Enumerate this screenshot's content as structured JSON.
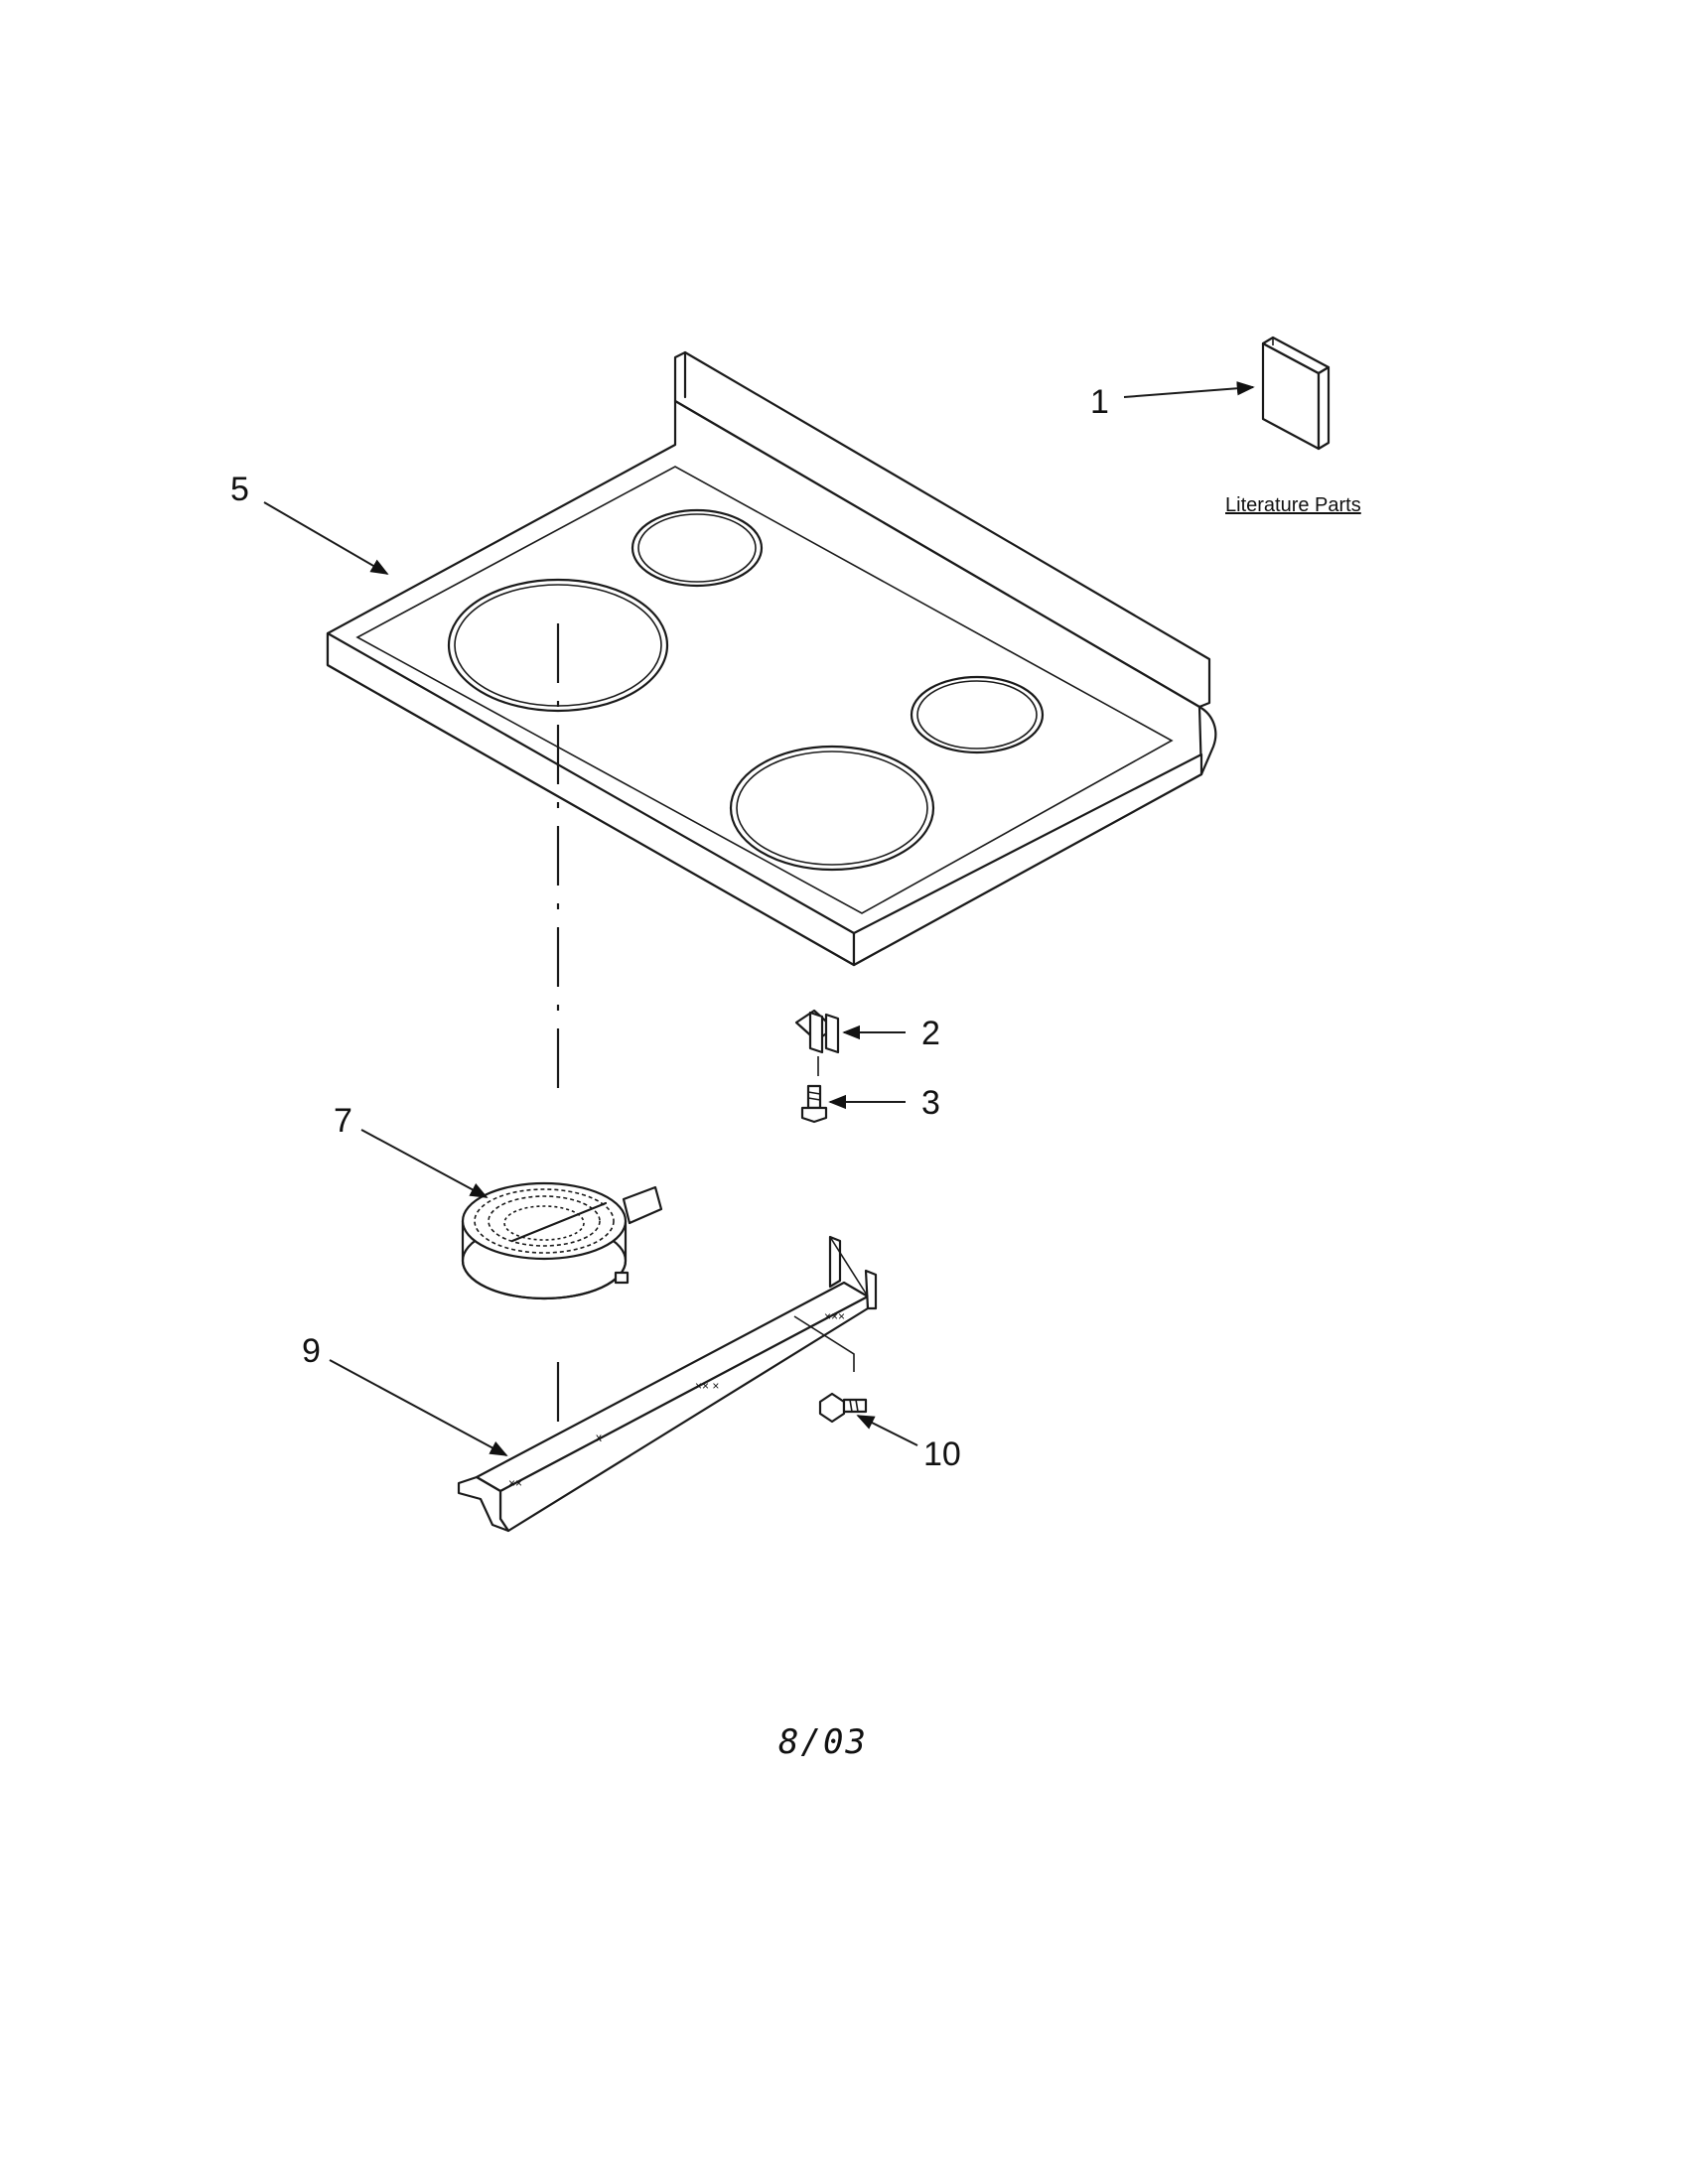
{
  "callouts": {
    "c1": "1",
    "c2": "2",
    "c3": "3",
    "c5": "5",
    "c7": "7",
    "c9": "9",
    "c10": "10"
  },
  "literature_label": "Literature Parts",
  "date_code": "8/03",
  "icons": [
    "cooktop",
    "literature-booklet",
    "clip",
    "screw",
    "radiant-element",
    "bracket-channel",
    "bolt"
  ]
}
